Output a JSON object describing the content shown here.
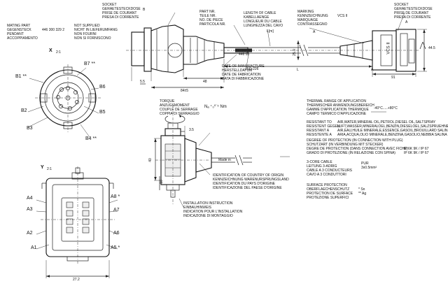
{
  "mating_part": "MATING PART\nGEGENSTECK\nPENDANT\nACCOPPIAMENTO",
  "part_numbers": "446 300 329 2",
  "not_supplied": "NOT SUPPLIED\nNICHT IN LIEFERUMFANG\nNON FOURNI\nNON SI FORNISCONO",
  "socket": "SOCKET\nGERAETESTECKDOSE\nPRISE DE COURANT\nPRESA DI CORRENTE",
  "socket_index_top": "B",
  "part_no": "PART NR.\nTEILE NR.\nNO. DE PIECE\nPARTICOLA NR.",
  "cable_length": "LENGTH OF CABLE\nKABELLAENGE\nLONGUEUR DU CABLE\nLUNGHEZZA DEL CAVO",
  "cable_length_symbol": "L[m]",
  "marking": "MARKING\nKENNZEICHNUNG\nMARQUAGE\nCONTRASSEGNO",
  "marking_value": "VCS II",
  "view_x": "X",
  "view_x_scale": "2:1",
  "view_y": "Y",
  "view_y_scale": "2:1",
  "pins_x": [
    "B1 **",
    "B7 **",
    "B6",
    "B5",
    "B4 **",
    "B3",
    "B2"
  ],
  "pins_y": [
    "A4",
    "A3",
    "A2",
    "A1",
    "A8 *",
    "A7",
    "A6",
    "A5 *"
  ],
  "icon_marking_a": "A",
  "date_of_manufacture": "DATE OF MANUFACTURE\nHERSTELLDATUM\nDATE DE FABRICATION\nDATA DI FABBRICAZIONE",
  "jed_mark": "JED-226",
  "label_on_cable": "446 08",
  "dims_top": [
    "5.5",
    "84±5",
    "48",
    "L",
    "91",
    "44.5",
    "25.9"
  ],
  "torque": "TORQUE\nANZUGSMOMENT\nCOUPLE DE SERRAGE\nCOPPIA DI SERRAGGIO",
  "torque_value": "Nₐ ⁺₀⁰˙⁵ Nm",
  "dims_side": [
    "3.5",
    "40",
    "16"
  ],
  "origin": "IDENTIFICATION OF COUNTRY OF ORIGIN\nKENNZEICHNUNG WARENURSPRUNGSLAND\nIDENTIFICATION DU PAYS D'ORIGINE\nIDENTIFICAZIONE DEL PAESE D'ORIGINE",
  "made_in": "Made in",
  "installation": "INSTALLATION INSTRUCTION\nEINBAUHINWEIS\nINDICATION POUR L'INSTALLATION\nINDICAZIONE DI MONTAGGIO",
  "dim_bottom": "27.2",
  "thermal": "THERMAL RANGE OF APPLICATION\nTHERMISCHER ANWENDUNGSBEREICH\nGAMME D'APPLICATION THERMIQUE\nCAMPO TERMICO D'APPLICAZIONE",
  "thermal_value": "-40°C.....+80°C",
  "resistant": "RESISTANT TO\nRESISTENT GEGEN\nRESISTANT A\nRESISTENTE A",
  "resistant_value": "AIR,WATER,MINERAL OIL,PETROL,DIESEL OIL,SALTSPRAY\nLUFT,WASSER,MINERALOEL,BENZIN,DIESELOEL,SALZSPRUEHNEBEL\nAIR,EAU,HUILE MINERALE,ESSENCE,GASOIL,BROUILLARD SALIN\nARIA,ACQUA,OLIO MINERALE,BENZINA,GASOLIO,NEBBIA SALINA",
  "protection": "DEGREE OF PROTECTION (IN CONNECTION WITH PLUG)\nSCHUTZART (IN VERBINDUNG MIT STECKER)\nDEGRE DE PROTECTION (DANS CONNECTION AVEC FICHE)\nGRADO DI PROTEZIONE (IN RELAZIONE CON SPINA)",
  "protection_value": "IP 6K 9K / IP 67\nIP 6K 9K / IP 67",
  "cable_core": "3-CORE CABLE\nLEITUNG 3-ADRIG\nCABLE A 3 CONDUCTEURS\nCAVO A 3 CONDUTTORI",
  "cable_spec": "PUR\n3x0.5mm²",
  "surface": "SURFACE PROTECTION\nOBERFLAECHENSCHUTZ\nPROTECTION DE SURFACE\nPROTEZIONE SUPERFICI",
  "surface_value": "* Sn\n** Ag"
}
